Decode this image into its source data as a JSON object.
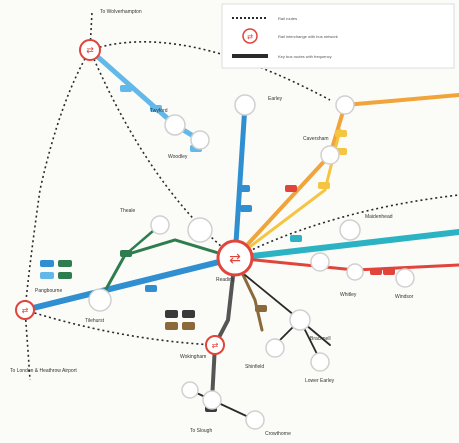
{
  "colors": {
    "blue": "#2f8fd0",
    "teal": "#2bb3c4",
    "orange": "#f0a43a",
    "red": "#e0443a",
    "green": "#2e7d4f",
    "darkgrey": "#555555",
    "yellow": "#f5c542",
    "lightblue": "#62b8e8"
  },
  "legend": {
    "rows": [
      {
        "icon": "dotted-line-icon",
        "text": "Rail routes"
      },
      {
        "icon": "rail-station-icon",
        "text": "Rail interchange with bus network"
      },
      {
        "icon": "bus-route-icon",
        "text": "Key bus routes with frequency"
      }
    ]
  },
  "top_note": "To Wolverhampton",
  "bottom_note": "To London &\nHeathrow Airport",
  "south_note": "To Slough",
  "places": [
    {
      "id": "reading",
      "label": "Reading"
    },
    {
      "id": "wokingham",
      "label": "Wokingham"
    },
    {
      "id": "maidenhead",
      "label": "Maidenhead"
    },
    {
      "id": "windsor",
      "label": "Windsor"
    },
    {
      "id": "bracknell",
      "label": "Bracknell"
    },
    {
      "id": "twyford",
      "label": "Twyford"
    },
    {
      "id": "woodley",
      "label": "Woodley"
    },
    {
      "id": "earley",
      "label": "Earley"
    },
    {
      "id": "caversham",
      "label": "Caversham"
    },
    {
      "id": "theale",
      "label": "Theale"
    },
    {
      "id": "pangbourne",
      "label": "Pangbourne"
    },
    {
      "id": "tilehurst",
      "label": "Tilehurst"
    },
    {
      "id": "whitley",
      "label": "Whitley"
    },
    {
      "id": "shinfield",
      "label": "Shinfield"
    },
    {
      "id": "lower-earley",
      "label": "Lower Earley"
    },
    {
      "id": "crowthorne",
      "label": "Crowthorne"
    }
  ]
}
